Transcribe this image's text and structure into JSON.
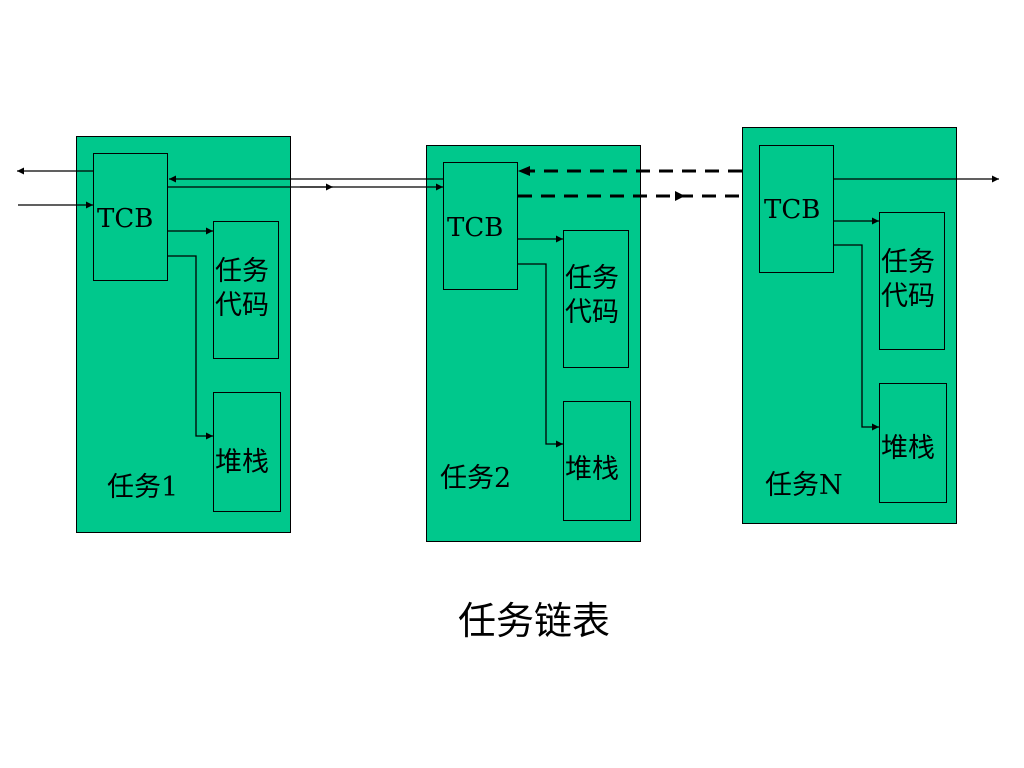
{
  "tasks": [
    {
      "tcb": "TCB",
      "code": "任务代码",
      "stack": "堆栈",
      "name": "任务1"
    },
    {
      "tcb": "TCB",
      "code": "任务代码",
      "stack": "堆栈",
      "name": "任务2"
    },
    {
      "tcb": "TCB",
      "code": "任务代码",
      "stack": "堆栈",
      "name": "任务N"
    }
  ],
  "caption": "任务链表",
  "colors": {
    "task_fill": "#00c88c",
    "line": "#000000"
  }
}
